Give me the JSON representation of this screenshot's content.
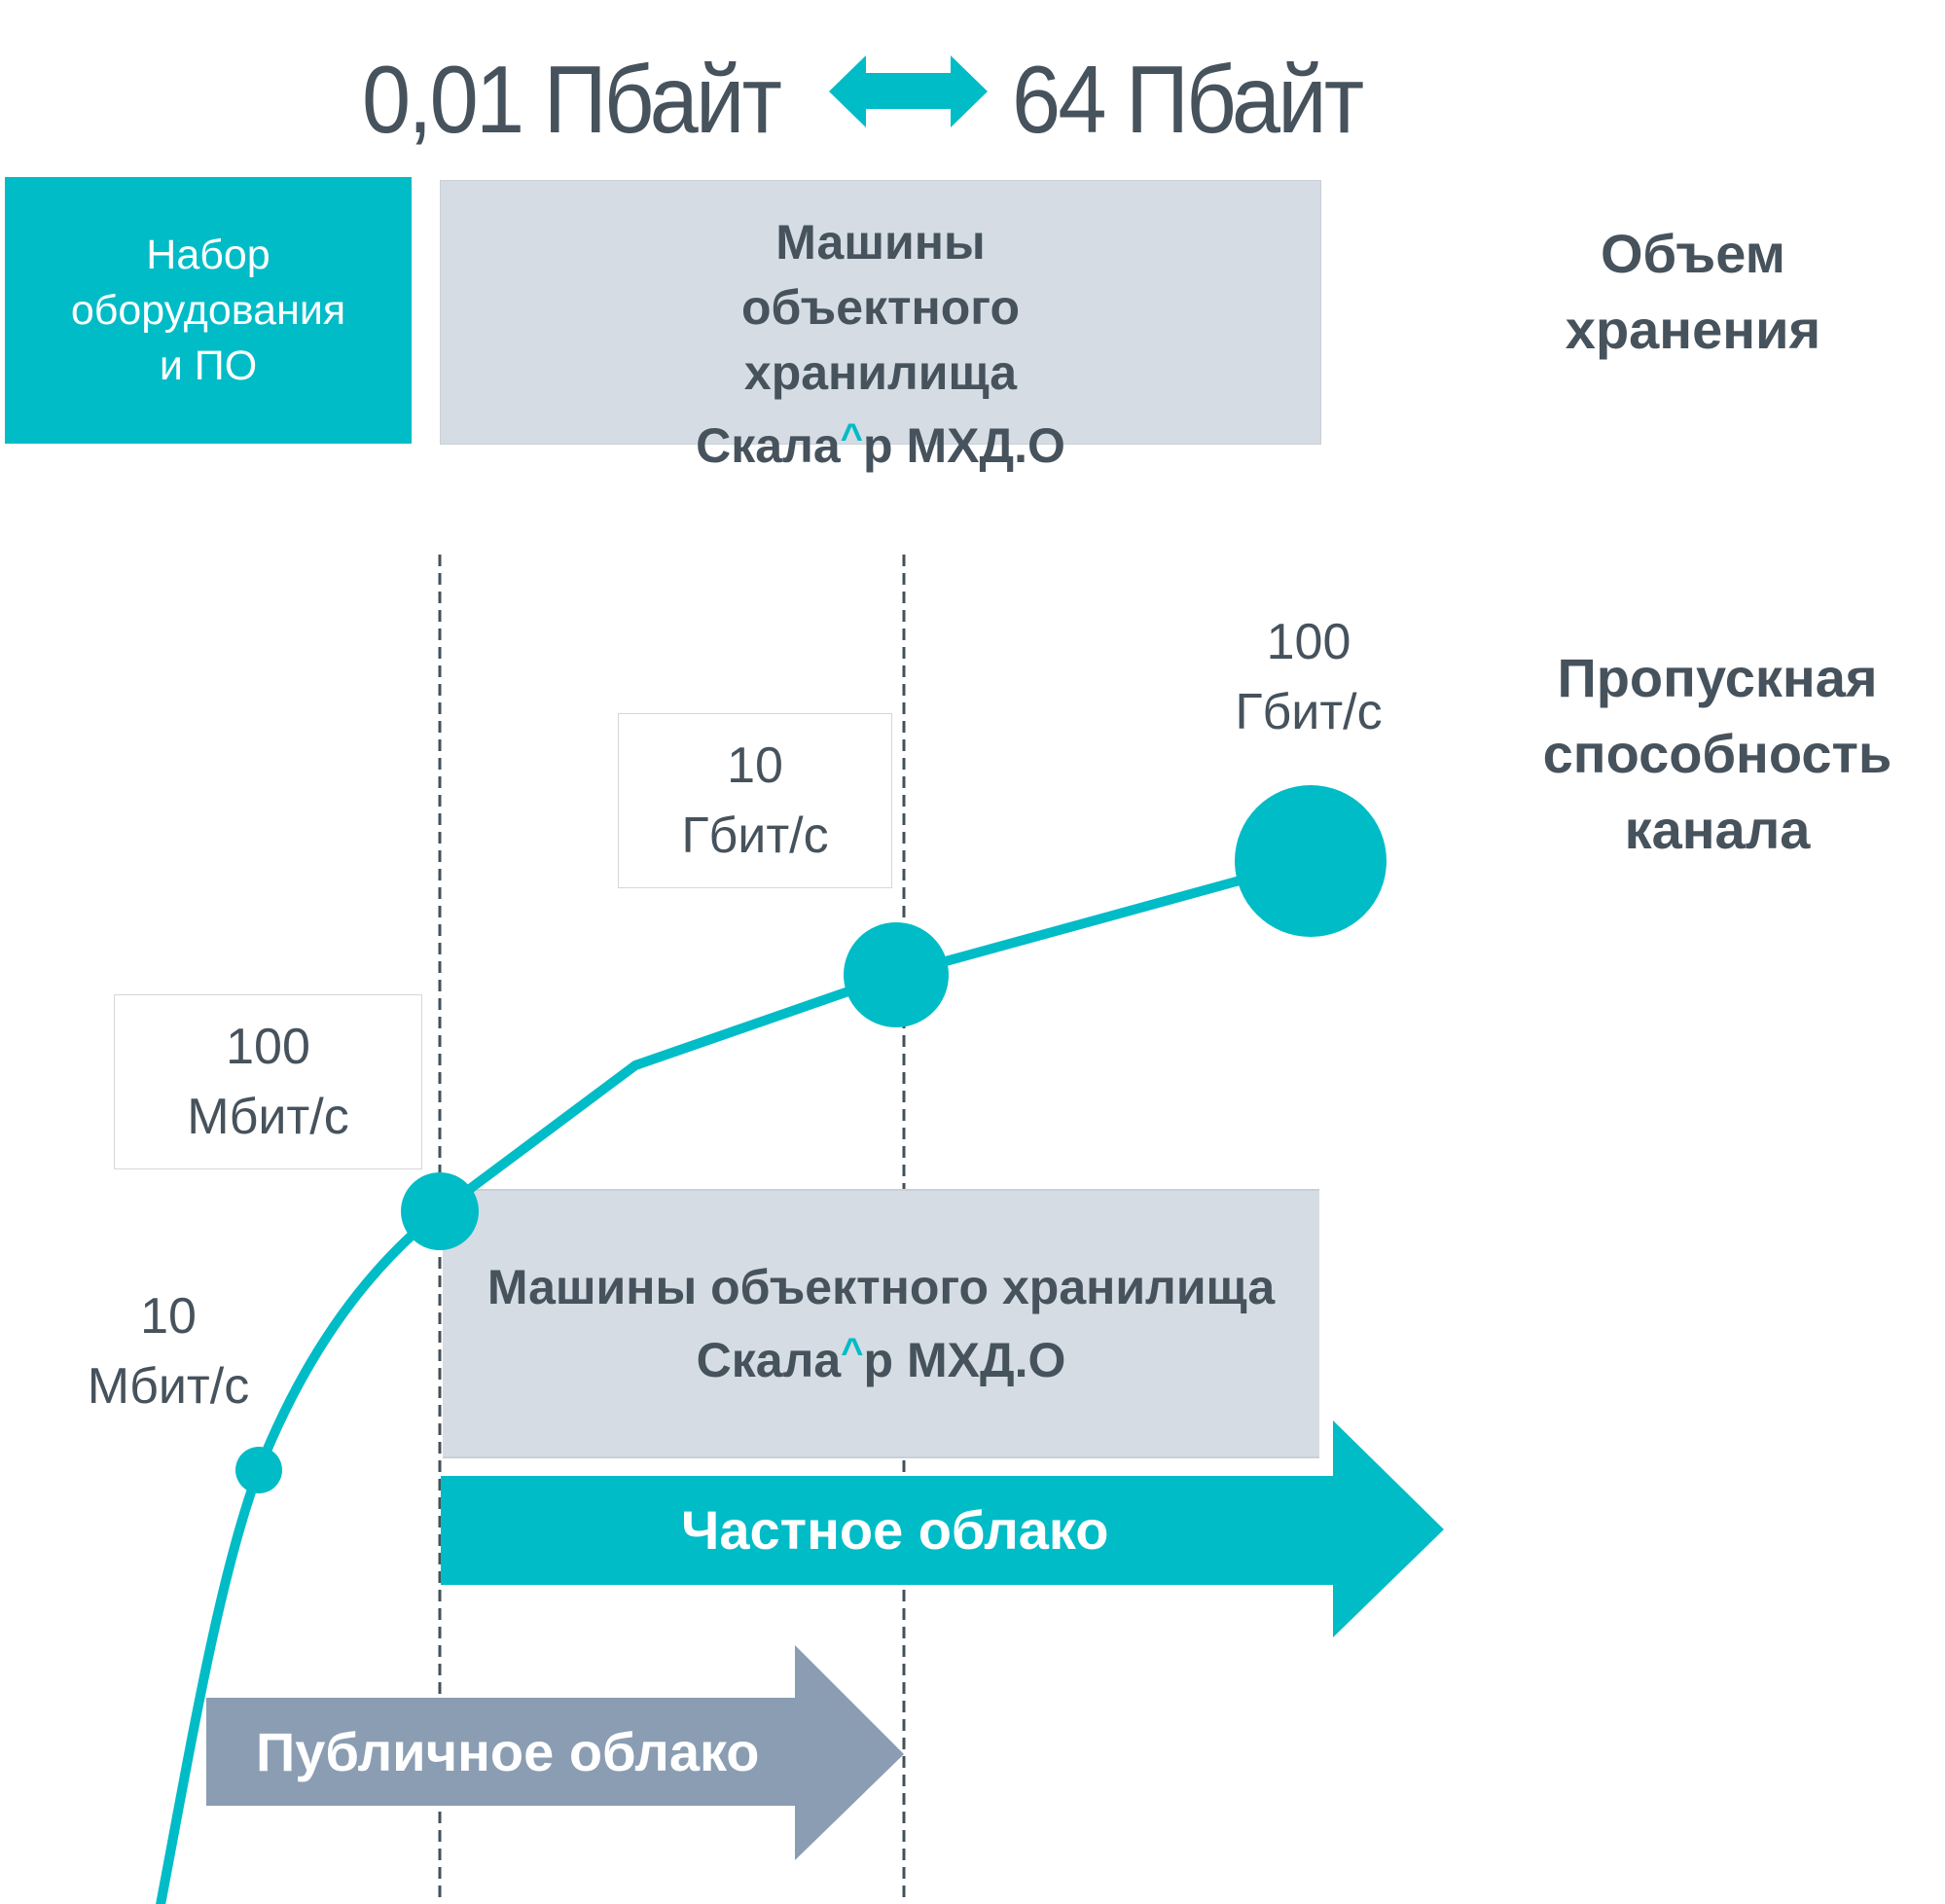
{
  "header": {
    "min_capacity": "0,01 Пбайт",
    "max_capacity": "64 Пбайт",
    "range_arrow_icon": "double-arrow"
  },
  "top_row": {
    "hardware_box": {
      "lines": [
        "Набор",
        "оборудования",
        "и ПО"
      ]
    },
    "storage_machines_box": {
      "lines": [
        "Машины",
        "объектного",
        "хранилища"
      ],
      "brand_prefix": "Скала",
      "brand_caret": "^",
      "brand_suffix": "р МХД.О"
    },
    "axis_label": {
      "lines": [
        "Объем",
        "хранения"
      ]
    }
  },
  "bandwidth_axis_label": {
    "lines": [
      "Пропускная",
      "способность",
      "канала"
    ]
  },
  "bandwidth_points": [
    {
      "value": "10",
      "unit": "Мбит/с",
      "boxed": false
    },
    {
      "value": "100",
      "unit": "Мбит/с",
      "boxed": true
    },
    {
      "value": "10",
      "unit": "Гбит/с",
      "boxed": true
    },
    {
      "value": "100",
      "unit": "Гбит/с",
      "boxed": false
    }
  ],
  "bottom_box": {
    "line1": "Машины объектного хранилища",
    "brand_prefix": "Скала",
    "brand_caret": "^",
    "brand_suffix": "р МХД.О"
  },
  "arrows": {
    "private_cloud": "Частное облако",
    "public_cloud": "Публичное облако"
  },
  "colors": {
    "accent_teal": "#00BCC7",
    "public_arrow": "#8A9DB2",
    "box_gray": "#D5DCE3",
    "text": "#46525C",
    "dashed_line": "#45505A"
  }
}
